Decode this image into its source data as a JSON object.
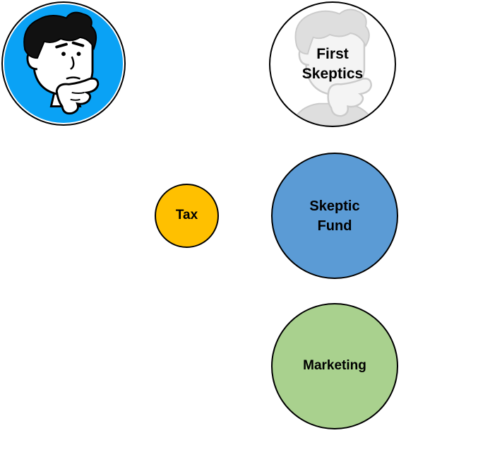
{
  "colors": {
    "logo_background": "#0aa2f5",
    "tax": "#ffc000",
    "skeptic_fund": "#5b9bd5",
    "marketing": "#a9d18e",
    "outline": "#000000"
  },
  "icons": {
    "logo": "thinking-man-icon",
    "watermark": "thinking-man-icon"
  },
  "nodes": {
    "first_skeptics": {
      "label": "First\nSkeptics"
    },
    "tax": {
      "label": "Tax"
    },
    "skeptic_fund": {
      "label": "Skeptic\nFund"
    },
    "marketing": {
      "label": "Marketing"
    }
  }
}
